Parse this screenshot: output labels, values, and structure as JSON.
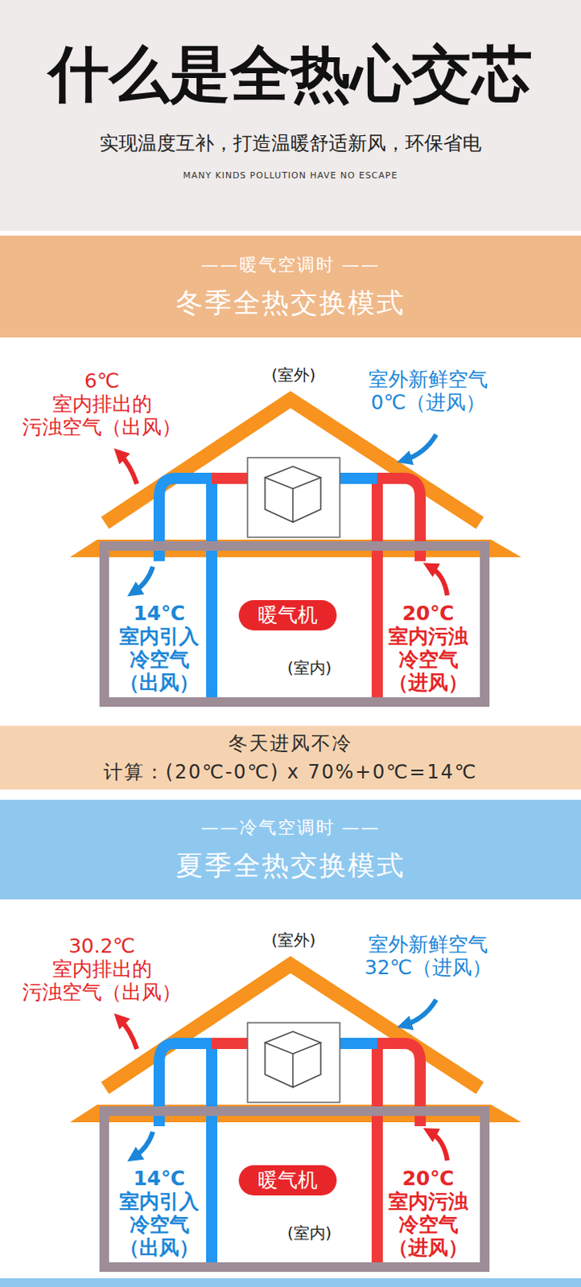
{
  "diagram": {
    "title": "什么是全热心交芯",
    "nodes": [
      {
        "text": [
          "——暖气空调时 ——",
          "冬季全热交换模式"
        ]
      },
      {
        "text": [
          "(室内)"
        ]
      },
      {
        "text": [
          "暖气机"
        ],
        "in": 1
      },
      {
        "text": [
          "冬天进风不冷",
          "计算：(20℃-0℃) x 70%+0℃=14℃"
        ]
      },
      {
        "text": [
          "——冷气空调时 ——",
          "夏季全热交换模式"
        ]
      },
      {
        "text": [
          "(室内)"
        ]
      },
      {
        "text": [
          "暖气机"
        ],
        "in": 5
      }
    ],
    "labels": [
      "实现温度互补，打造温暖舒适新风，环保省电",
      "MANY KINDS POLLUTION HAVE NO ESCAPE",
      "(室外)",
      "6℃ 室内排出的 污浊空气（出风）",
      "室外新鲜空气 0℃（进风）",
      "14℃ 室内引入 冷空气 （出风）",
      "20℃ 室内污浊 冷空气 （进风）",
      "(室外)",
      "30.2℃ 室内排出的 污浊空气（出风）",
      "室外新鲜空气 32℃（进风）",
      "14℃ 室内引入 冷空气 （出风）",
      "20℃ 室内污浊 冷空气 （进风）"
    ]
  }
}
